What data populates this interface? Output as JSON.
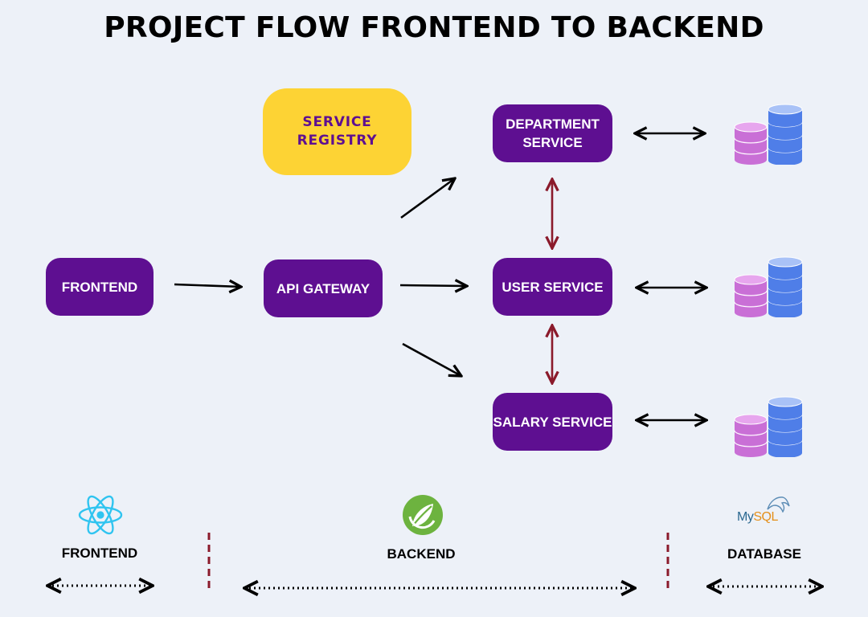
{
  "title": "PROJECT FLOW FRONTEND TO BACKEND",
  "nodes": {
    "service_registry": "SERVICE\nREGISTRY",
    "frontend": "FRONTEND",
    "api_gateway": "API GATEWAY",
    "department_service": "DEPARTMENT\nSERVICE",
    "user_service": "USER SERVICE",
    "salary_service": "SALARY SERVICE"
  },
  "legend": {
    "frontend": {
      "label": "FRONTEND",
      "logo": "react-logo"
    },
    "backend": {
      "label": "BACKEND",
      "logo": "spring-logo"
    },
    "database": {
      "label": "DATABASE",
      "logo": "mysql-logo",
      "logo_text": "MySQL"
    }
  },
  "icons": {
    "database_icon": "database-stack-icon"
  },
  "colors": {
    "node_fill": "#5e0f91",
    "registry_fill": "#fdd334",
    "registry_text": "#5e0f91",
    "service_link": "#8b1a2b",
    "divider": "#8b1a2b",
    "background": "#edf1f8"
  }
}
